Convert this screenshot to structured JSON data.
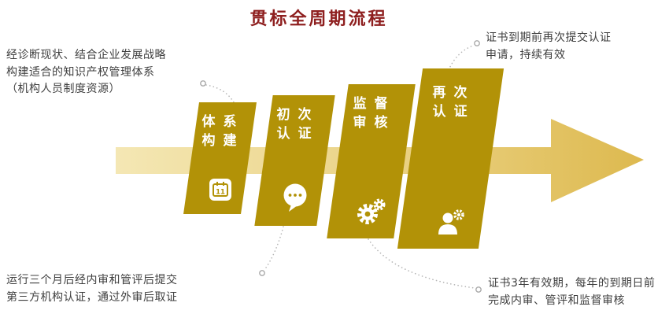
{
  "title": "贯标全周期流程",
  "stages": [
    {
      "id": "system-construction",
      "lines": [
        "体 系",
        "构 建"
      ],
      "icon": "calendar-icon"
    },
    {
      "id": "initial-certification",
      "lines": [
        "初 次",
        "认 证"
      ],
      "icon": "chat-bubble-icon"
    },
    {
      "id": "supervision-audit",
      "lines": [
        "监 督",
        "审 核"
      ],
      "icon": "gears-icon"
    },
    {
      "id": "re-certification",
      "lines": [
        "再 次",
        "认 证"
      ],
      "icon": "gear-person-icon"
    }
  ],
  "annotations": {
    "top_left": "经诊断现状、结合企业发展战略\n构建适合的知识产权管理体系\n（机构人员制度资源）",
    "top_right": "证书到期前再次提交认证\n申请，持续有效",
    "bottom_left": "运行三个月后经内审和管评后提交\n第三方机构认证，通过外审后取证",
    "bottom_right": "证书3年有效期，每年的到期日前\n完成内审、管评和监督审核"
  },
  "icons": {
    "calendar_text": "11"
  },
  "colors": {
    "title": "#8e1f1f",
    "stage_fill": "#b29207",
    "arrow_gradient_start": "#f4e7b4",
    "arrow_gradient_end": "#ddb94f",
    "annotation_text": "#3f3f3f",
    "connector": "#b5b5b5"
  }
}
